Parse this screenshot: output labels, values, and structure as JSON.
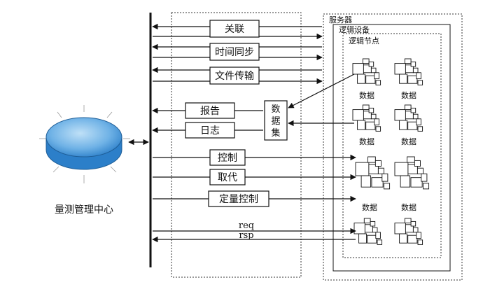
{
  "center": {
    "label": "量测管理中心",
    "colors": {
      "top": "#6fb2e6",
      "edge": "#2c7fc9",
      "rim": "#b8d8f2"
    }
  },
  "middle_boxes": [
    {
      "key": "guanlian",
      "label": "关联"
    },
    {
      "key": "shijian",
      "label": "时间同步"
    },
    {
      "key": "wenjian",
      "label": "文件传输"
    },
    {
      "key": "kongzhi",
      "label": "控制"
    },
    {
      "key": "qudai",
      "label": "取代"
    },
    {
      "key": "dingliang",
      "label": "定量控制"
    }
  ],
  "left_boxes": [
    {
      "key": "baogao",
      "label": "报告"
    },
    {
      "key": "rizhi",
      "label": "日志"
    }
  ],
  "dataset_label": [
    "数",
    "据",
    "集"
  ],
  "messages": {
    "req": "req",
    "rsp": "rsp"
  },
  "server": {
    "label": "服务器",
    "device_label": "逻辑设备",
    "node_label": "逻辑节点",
    "data_label": "数据"
  }
}
